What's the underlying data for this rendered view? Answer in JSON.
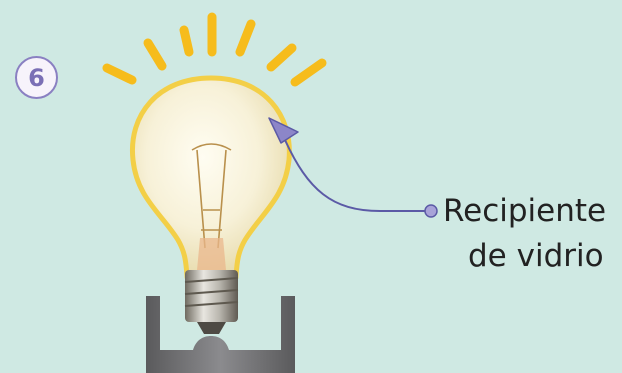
{
  "figure": {
    "step_number": "6",
    "label_line1": "Recipiente",
    "label_line2": "de vidrio"
  },
  "colors": {
    "background": "#cfe9e3",
    "rays": "#f6bc1c",
    "bulb_glow": "#f3cf47",
    "pointer": "#6b6ab2",
    "socket": "#6f6f71"
  },
  "icons": [
    "light-bulb-icon",
    "light-rays-icon",
    "pointer-arrow-icon"
  ]
}
